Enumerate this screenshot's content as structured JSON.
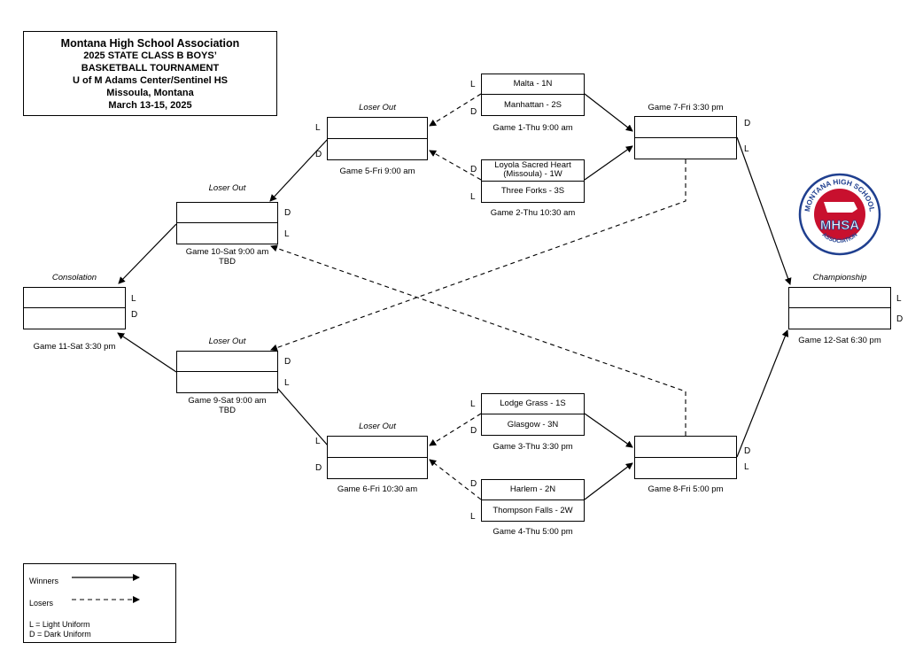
{
  "title": {
    "line1": "Montana High School Association",
    "line2": "2025 STATE CLASS B BOYS’",
    "line3": "BASKETBALL TOURNAMENT",
    "line4": "U of M Adams Center/Sentinel HS",
    "line5": "Missoula, Montana",
    "line6": "March 13-15, 2025"
  },
  "logo": {
    "ring_text": "MONTANA HIGH SCHOOL",
    "bottom_text": "ASSOCIATION",
    "abbr": "MHSA",
    "color": "#c8102e",
    "ring_color": "#1f3f8f"
  },
  "games": {
    "g1": {
      "caption": "Game 1-Thu 9:00 am",
      "team_top": "Malta - 1N",
      "team_bot": "Manhattan - 2S",
      "top_uniform": "L",
      "bot_uniform": "D"
    },
    "g2": {
      "caption": "Game 2-Thu 10:30 am",
      "team_top": "Loyola Sacred Heart (Missoula) - 1W",
      "team_bot": "Three Forks - 3S",
      "top_uniform": "D",
      "bot_uniform": "L"
    },
    "g3": {
      "caption": "Game 3-Thu 3:30 pm",
      "team_top": "Lodge Grass - 1S",
      "team_bot": "Glasgow - 3N",
      "top_uniform": "L",
      "bot_uniform": "D"
    },
    "g4": {
      "caption": "Game 4-Thu 5:00 pm",
      "team_top": "Harlem - 2N",
      "team_bot": "Thompson Falls - 2W",
      "top_uniform": "D",
      "bot_uniform": "L"
    },
    "g5": {
      "label": "Loser Out",
      "caption": "Game 5-Fri 9:00 am",
      "top_uniform": "L",
      "bot_uniform": "D"
    },
    "g6": {
      "label": "Loser Out",
      "caption": "Game 6-Fri 10:30 am",
      "top_uniform": "L",
      "bot_uniform": "D"
    },
    "g7": {
      "caption": "Game 7-Fri 3:30 pm",
      "top_uniform": "D",
      "bot_uniform": "L"
    },
    "g8": {
      "caption": "Game 8-Fri 5:00 pm",
      "top_uniform": "D",
      "bot_uniform": "L"
    },
    "g9": {
      "label": "Loser Out",
      "caption": "Game 9-Sat 9:00 am",
      "caption2": "TBD",
      "top_uniform": "D",
      "bot_uniform": "L"
    },
    "g10": {
      "label": "Loser Out",
      "caption": "Game 10-Sat 9:00 am",
      "caption2": "TBD",
      "top_uniform": "D",
      "bot_uniform": "L"
    },
    "g11": {
      "label": "Consolation",
      "caption": "Game 11-Sat 3:30 pm",
      "top_uniform": "L",
      "bot_uniform": "D"
    },
    "g12": {
      "label": "Championship",
      "caption": "Game 12-Sat 6:30 pm",
      "top_uniform": "L",
      "bot_uniform": "D"
    }
  },
  "legend": {
    "winners": "Winners",
    "losers": "Losers",
    "light": "L = Light Uniform",
    "dark": "D = Dark Uniform"
  }
}
